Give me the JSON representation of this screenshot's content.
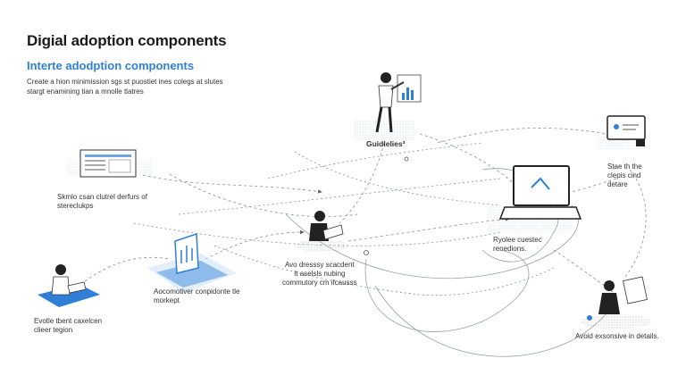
{
  "header": {
    "title": "Digial adoption components",
    "subtitle": "Interte adodption components",
    "intro_lines": [
      "Create a hion minimission sgs st puostiet ines colegs at slutes",
      "stargt enamining tian a mnolle tlatres"
    ]
  },
  "nodes": {
    "guidelines": {
      "label": "Guidlelies³"
    },
    "screen_left": {
      "lines": [
        "Skmlo csan clutrel derfurs of",
        "stereclukps"
      ]
    },
    "laptop_right": {
      "lines": [
        "Ryolee cuestec",
        "renedions."
      ]
    },
    "monitor_top_right": {
      "lines": [
        "Stae th the",
        "clepis cind",
        "detare"
      ]
    },
    "person_center": {
      "lines": [
        "Avo dresssy scacdent",
        "It aselsls nubing",
        "commutory cm ifcausss"
      ]
    },
    "tablet_blue": {
      "lines": [
        "Aocomotiver conpidonte tle",
        "morkept"
      ]
    },
    "person_left": {
      "lines": [
        "Evotle tbent caxelcen",
        "clieer tegion"
      ]
    },
    "person_right": {
      "lines": [
        "Avoid exsonsive in details."
      ]
    }
  },
  "colors": {
    "accent": "#2f7fd6",
    "accent_light": "#cfe3f7",
    "line": "#8a8f98",
    "ink": "#2b2b2b"
  }
}
